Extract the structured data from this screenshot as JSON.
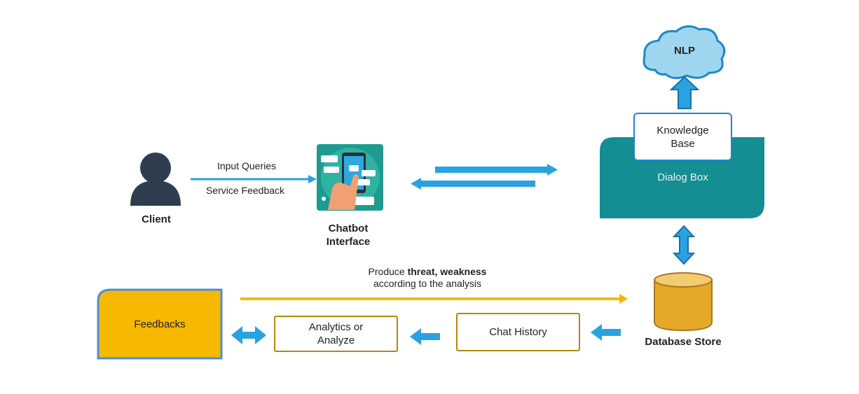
{
  "client": {
    "label": "Client"
  },
  "edge_labels": {
    "input_queries": "Input Queries",
    "service_feedback": "Service Feedback"
  },
  "chatbot": {
    "line1": "Chatbot",
    "line2": "Interface"
  },
  "nlp": {
    "label": "NLP"
  },
  "knowledge_base": {
    "line1": "Knowledge",
    "line2": "Base"
  },
  "dialog_box": {
    "label": "Dialog Box"
  },
  "database": {
    "label": "Database Store"
  },
  "produce_note": {
    "prefix": "Produce ",
    "bold": "threat, weakness",
    "line2": "according to the analysis"
  },
  "feedbacks": {
    "label": "Feedbacks"
  },
  "analytics": {
    "line1": "Analytics or",
    "line2": "Analyze"
  },
  "chat_history": {
    "label": "Chat History"
  },
  "colors": {
    "arrow_blue": "#29a3e0",
    "dialog_teal": "#148e92",
    "gold": "#f5b800",
    "box_border": "#b8860b",
    "person": "#2f3e4e",
    "cloud": "#9fd6ef",
    "db": "#e5a829"
  },
  "icons": [
    "person-icon",
    "chatbot-phone-icon",
    "cloud-icon",
    "database-cylinder-icon"
  ]
}
